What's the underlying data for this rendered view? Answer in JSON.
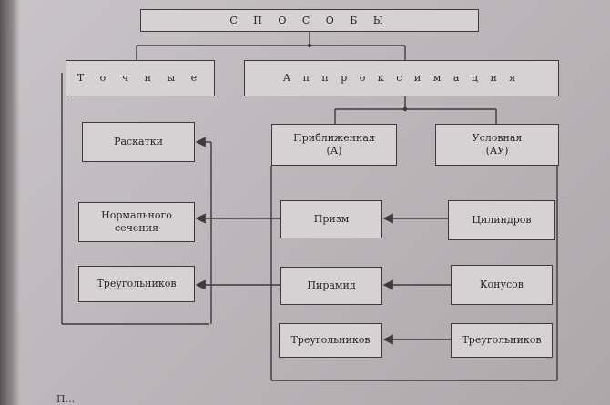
{
  "diagram": {
    "root": "С П О С О Б Ы",
    "exact": "Т о ч н ы е",
    "approx": "А п п р о к с и м а ц и я",
    "approx_a": [
      "Приближенная",
      "(А)"
    ],
    "approx_au": [
      "Условная",
      "(АУ)"
    ],
    "exact_items": {
      "raskatki": "Раскатки",
      "normal": [
        "Нормального",
        "сечения"
      ],
      "triangles": "Треугольников"
    },
    "a_items": {
      "prism": "Призм",
      "pyramid": "Пирамид",
      "triangles": "Треугольников"
    },
    "au_items": {
      "cylinders": "Цилиндров",
      "cones": "Конусов",
      "triangles": "Треугольников"
    }
  },
  "footer_fragment": "П..."
}
